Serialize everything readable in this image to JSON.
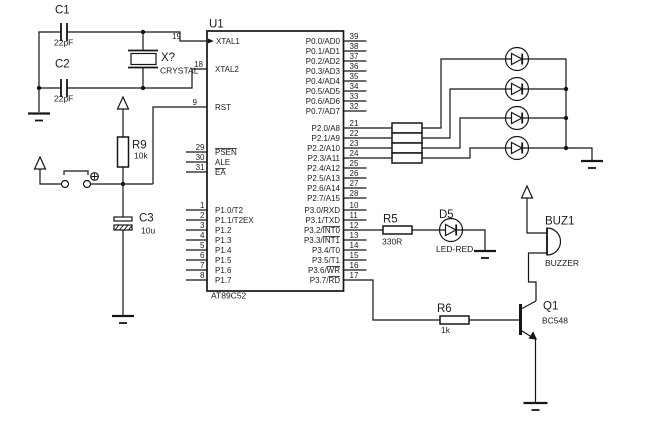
{
  "mcu": {
    "ref": "U1",
    "part": "AT89C52",
    "left_pins": [
      {
        "num": "19",
        "base": "XTAL1",
        "over": ""
      },
      {
        "num": "18",
        "base": "XTAL2",
        "over": ""
      },
      {
        "num": "9",
        "base": "RST",
        "over": ""
      },
      {
        "num": "29",
        "base": "",
        "over": "PSEN"
      },
      {
        "num": "30",
        "base": "ALE",
        "over": ""
      },
      {
        "num": "31",
        "base": "",
        "over": "EA"
      },
      {
        "num": "1",
        "base": "P1.0/T2",
        "over": ""
      },
      {
        "num": "2",
        "base": "P1.1/T2EX",
        "over": ""
      },
      {
        "num": "3",
        "base": "P1.2",
        "over": ""
      },
      {
        "num": "4",
        "base": "P1.3",
        "over": ""
      },
      {
        "num": "5",
        "base": "P1.4",
        "over": ""
      },
      {
        "num": "6",
        "base": "P1.5",
        "over": ""
      },
      {
        "num": "7",
        "base": "P1.6",
        "over": ""
      },
      {
        "num": "8",
        "base": "P1.7",
        "over": ""
      }
    ],
    "right_pins": [
      {
        "num": "39",
        "base": "P0.0/AD0",
        "over": ""
      },
      {
        "num": "38",
        "base": "P0.1/AD1",
        "over": ""
      },
      {
        "num": "37",
        "base": "P0.2/AD2",
        "over": ""
      },
      {
        "num": "36",
        "base": "P0.3/AD3",
        "over": ""
      },
      {
        "num": "35",
        "base": "P0.4/AD4",
        "over": ""
      },
      {
        "num": "34",
        "base": "P0.5/AD5",
        "over": ""
      },
      {
        "num": "33",
        "base": "P0.6/AD6",
        "over": ""
      },
      {
        "num": "32",
        "base": "P0.7/AD7",
        "over": ""
      },
      {
        "num": "21",
        "base": "P2.0/A8",
        "over": ""
      },
      {
        "num": "22",
        "base": "P2.1/A9",
        "over": ""
      },
      {
        "num": "23",
        "base": "P2.2/A10",
        "over": ""
      },
      {
        "num": "24",
        "base": "P2.3/A11",
        "over": ""
      },
      {
        "num": "25",
        "base": "P2.4/A12",
        "over": ""
      },
      {
        "num": "26",
        "base": "P2.5/A13",
        "over": ""
      },
      {
        "num": "27",
        "base": "P2.6/A14",
        "over": ""
      },
      {
        "num": "28",
        "base": "P2.7/A15",
        "over": ""
      },
      {
        "num": "10",
        "base": "P3.0/RXD",
        "over": ""
      },
      {
        "num": "11",
        "base": "P3.1/TXD",
        "over": ""
      },
      {
        "num": "12",
        "base": "P3.2/",
        "over": "INT0"
      },
      {
        "num": "13",
        "base": "P3.3/",
        "over": "INT1"
      },
      {
        "num": "14",
        "base": "P3.4/T0",
        "over": ""
      },
      {
        "num": "15",
        "base": "P3.5/T1",
        "over": ""
      },
      {
        "num": "16",
        "base": "P3.6/",
        "over": "WR"
      },
      {
        "num": "17",
        "base": "P3.7/",
        "over": "RD"
      }
    ]
  },
  "components": {
    "c1": {
      "ref": "C1",
      "value": "22pF"
    },
    "c2": {
      "ref": "C2",
      "value": "22pF"
    },
    "c3": {
      "ref": "C3",
      "value": "10u"
    },
    "xtal": {
      "ref": "X?",
      "value": "CRYSTAL"
    },
    "r9": {
      "ref": "R9",
      "value": "10k"
    },
    "r5": {
      "ref": "R5",
      "value": "330R"
    },
    "r6": {
      "ref": "R6",
      "value": "1k"
    },
    "d5": {
      "ref": "D5",
      "value": "LED-RED"
    },
    "q1": {
      "ref": "Q1",
      "value": "BC548"
    },
    "buz1": {
      "ref": "BUZ1",
      "value": "BUZZER"
    }
  },
  "colors": {
    "wire": "#161616",
    "background": "#ffffff"
  }
}
